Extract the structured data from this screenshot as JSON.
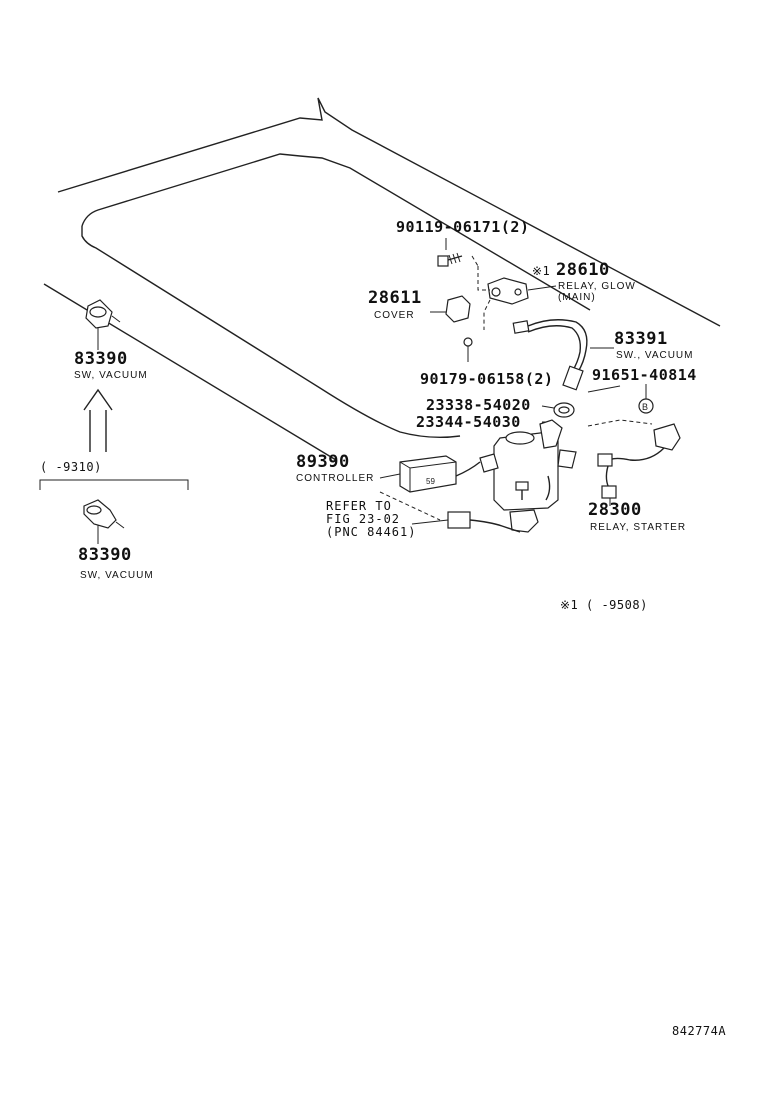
{
  "diagram_id": "842774A",
  "callouts": {
    "bolt_90119": "90119-06171(2)",
    "relay_glow_pn": "28610",
    "relay_glow_mark": "※1",
    "relay_glow_desc": "RELAY, GLOW",
    "relay_glow_desc2": "(MAIN)",
    "cover_pn": "28611",
    "cover_desc": "COVER",
    "sw_vacuum_91_pn": "83391",
    "sw_vacuum_91_desc": "SW., VACUUM",
    "nut_90179": "90179-06158(2)",
    "clip_91651": "91651-40814",
    "oring_23338": "23338-54020",
    "oring_23344": "23344-54030",
    "controller_pn": "89390",
    "controller_desc": "CONTROLLER",
    "refer_line1": "REFER TO",
    "refer_line2": "FIG 23-02",
    "refer_line3": "(PNC 84461)",
    "relay_starter_pn": "28300",
    "relay_starter_desc": "RELAY, STARTER",
    "sw_vacuum_top_pn": "83390",
    "sw_vacuum_top_desc": "SW, VACUUM",
    "range_bracket": "(     -9310)",
    "sw_vacuum_bot_pn": "83390",
    "sw_vacuum_bot_desc": "SW, VACUUM",
    "footnote": "※1 (     -9508)"
  }
}
